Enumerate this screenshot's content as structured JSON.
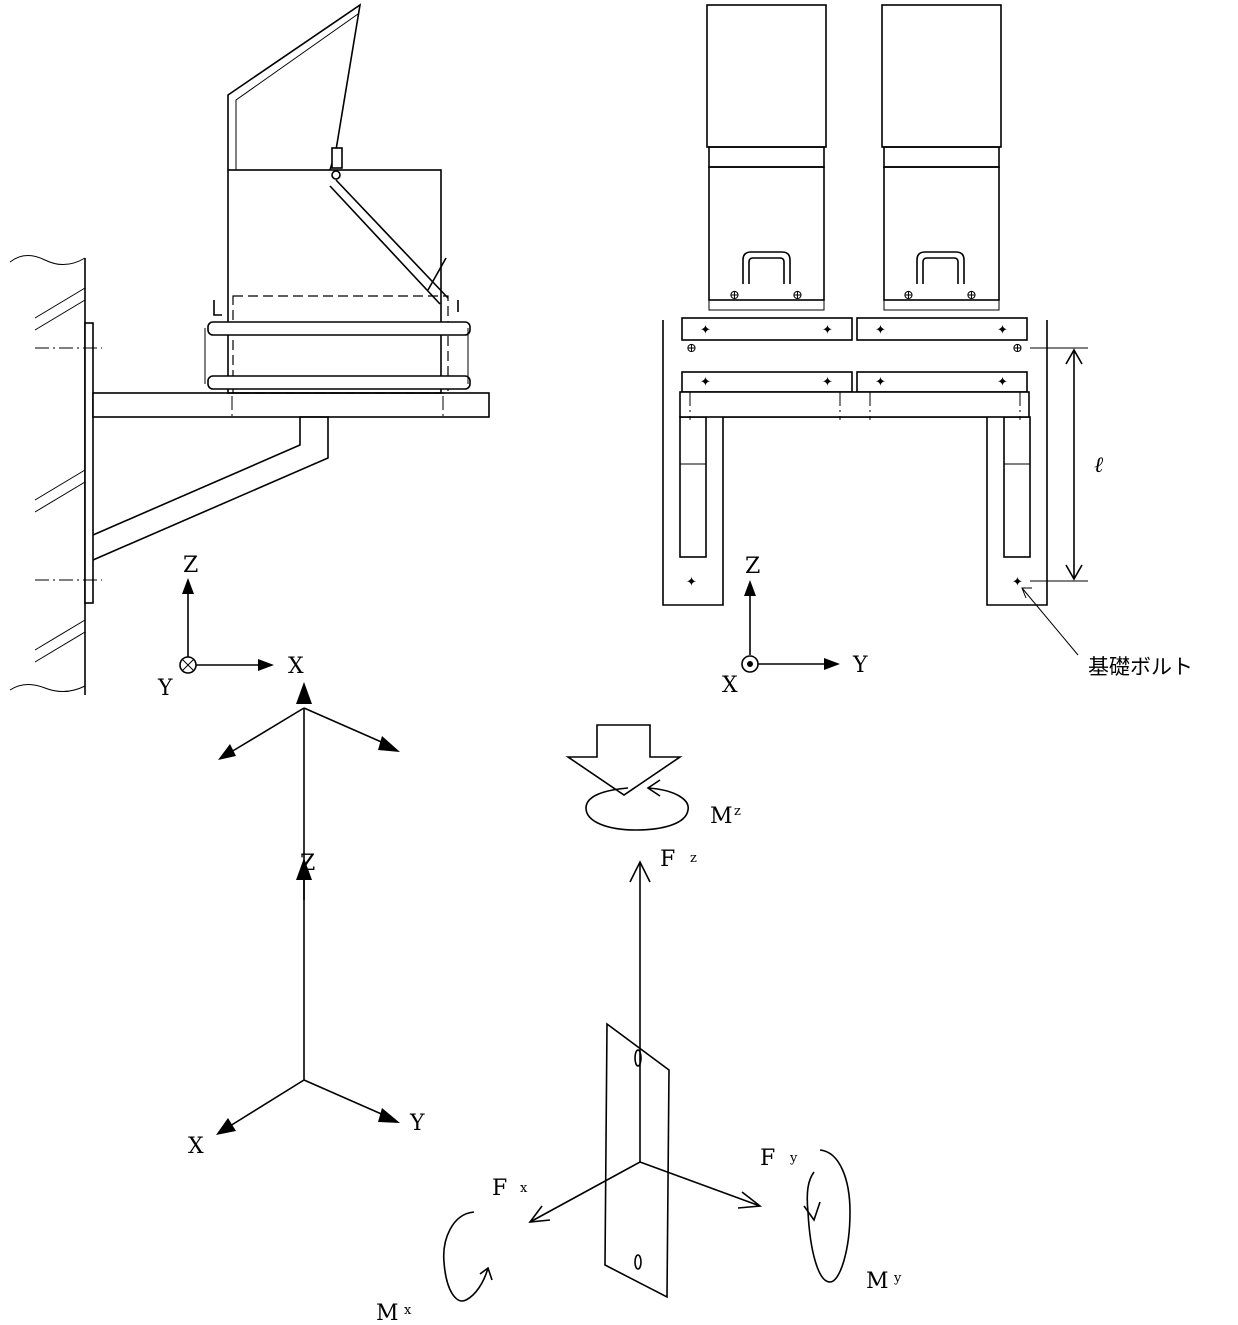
{
  "side_view": {
    "axes": {
      "vertical": "Z",
      "horizontal": "X",
      "depth": "Y"
    }
  },
  "front_view": {
    "axes": {
      "vertical": "Z",
      "horizontal": "Y",
      "depth": "X"
    },
    "dimension_label": "ℓ",
    "callout_label": "基礎ボルト"
  },
  "triad": {
    "z": "Z",
    "x": "X",
    "y": "Y"
  },
  "loads": {
    "fx": {
      "main": "F",
      "sub": "x"
    },
    "fy": {
      "main": "F",
      "sub": "y"
    },
    "fz": {
      "main": "F",
      "sub": "z"
    },
    "mx": {
      "main": "M",
      "sub": "x"
    },
    "my": {
      "main": "M",
      "sub": "y"
    },
    "mz": {
      "main": "M",
      "sub": "z"
    }
  }
}
